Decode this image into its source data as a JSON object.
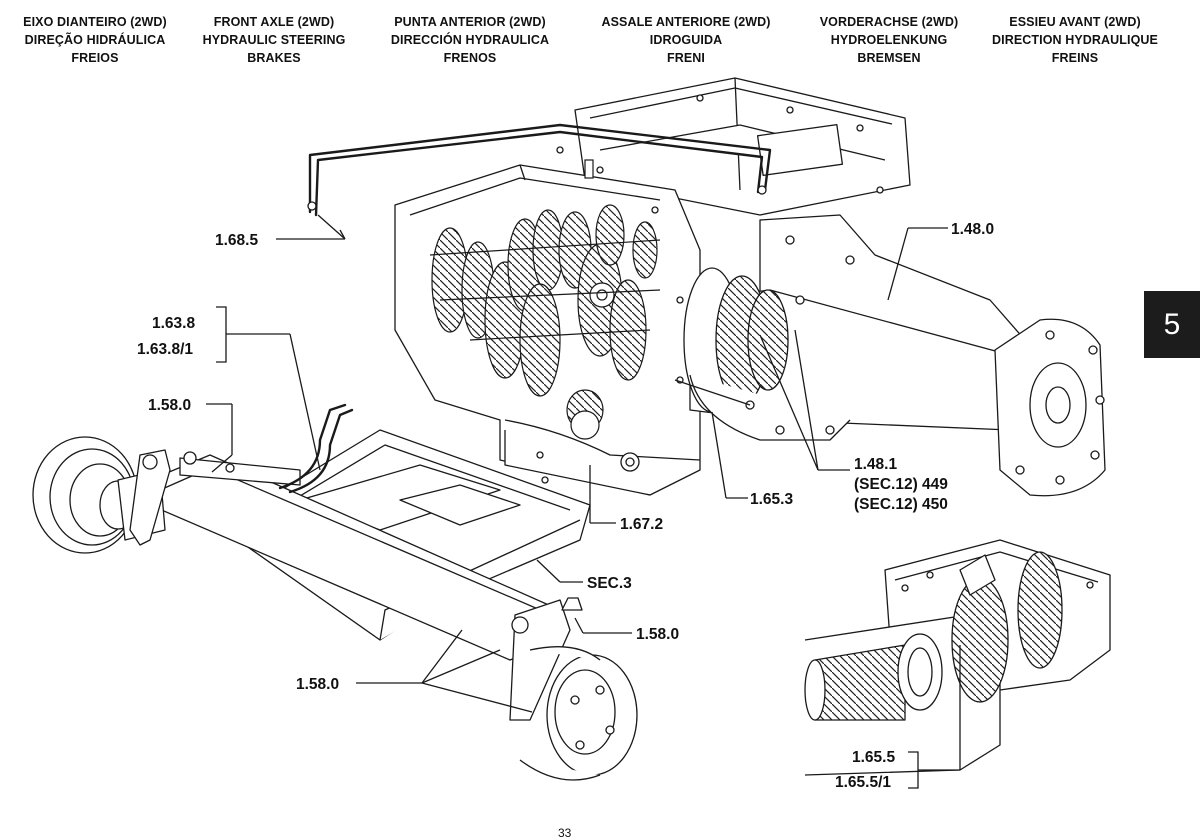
{
  "headers": [
    {
      "lines": [
        "EIXO DIANTEIRO (2WD)",
        "DIREÇÃO HIDRÁULICA",
        "FREIOS"
      ]
    },
    {
      "lines": [
        "FRONT AXLE (2WD)",
        "HYDRAULIC STEERING",
        "BRAKES"
      ]
    },
    {
      "lines": [
        "PUNTA ANTERIOR (2WD)",
        "DIRECCIÓN HYDRAULICA",
        "FRENOS"
      ]
    },
    {
      "lines": [
        "ASSALE ANTERIORE (2WD)",
        "IDROGUIDA",
        "FRENI"
      ]
    },
    {
      "lines": [
        "VORDERACHSE (2WD)",
        "HYDROELENKUNG",
        "BREMSEN"
      ]
    },
    {
      "lines": [
        "ESSIEU AVANT (2WD)",
        "DIRECTION HYDRAULIQUE",
        "FREINS"
      ]
    }
  ],
  "callouts": {
    "c1_68_5": "1.68.5",
    "c1_63_8": "1.63.8",
    "c1_63_8_1": "1.63.8/1",
    "c1_58_0_a": "1.58.0",
    "c1_48_0": "1.48.0",
    "c1_48_1": "1.48.1",
    "c_sec12_449": "(SEC.12) 449",
    "c_sec12_450": "(SEC.12) 450",
    "c1_65_3": "1.65.3",
    "c1_67_2": "1.67.2",
    "c_sec3": "SEC.3",
    "c1_58_0_b": "1.58.0",
    "c1_58_0_c": "1.58.0",
    "c1_65_5": "1.65.5",
    "c1_65_5_1": "1.65.5/1"
  },
  "section_tab": "5",
  "page_number": "33"
}
